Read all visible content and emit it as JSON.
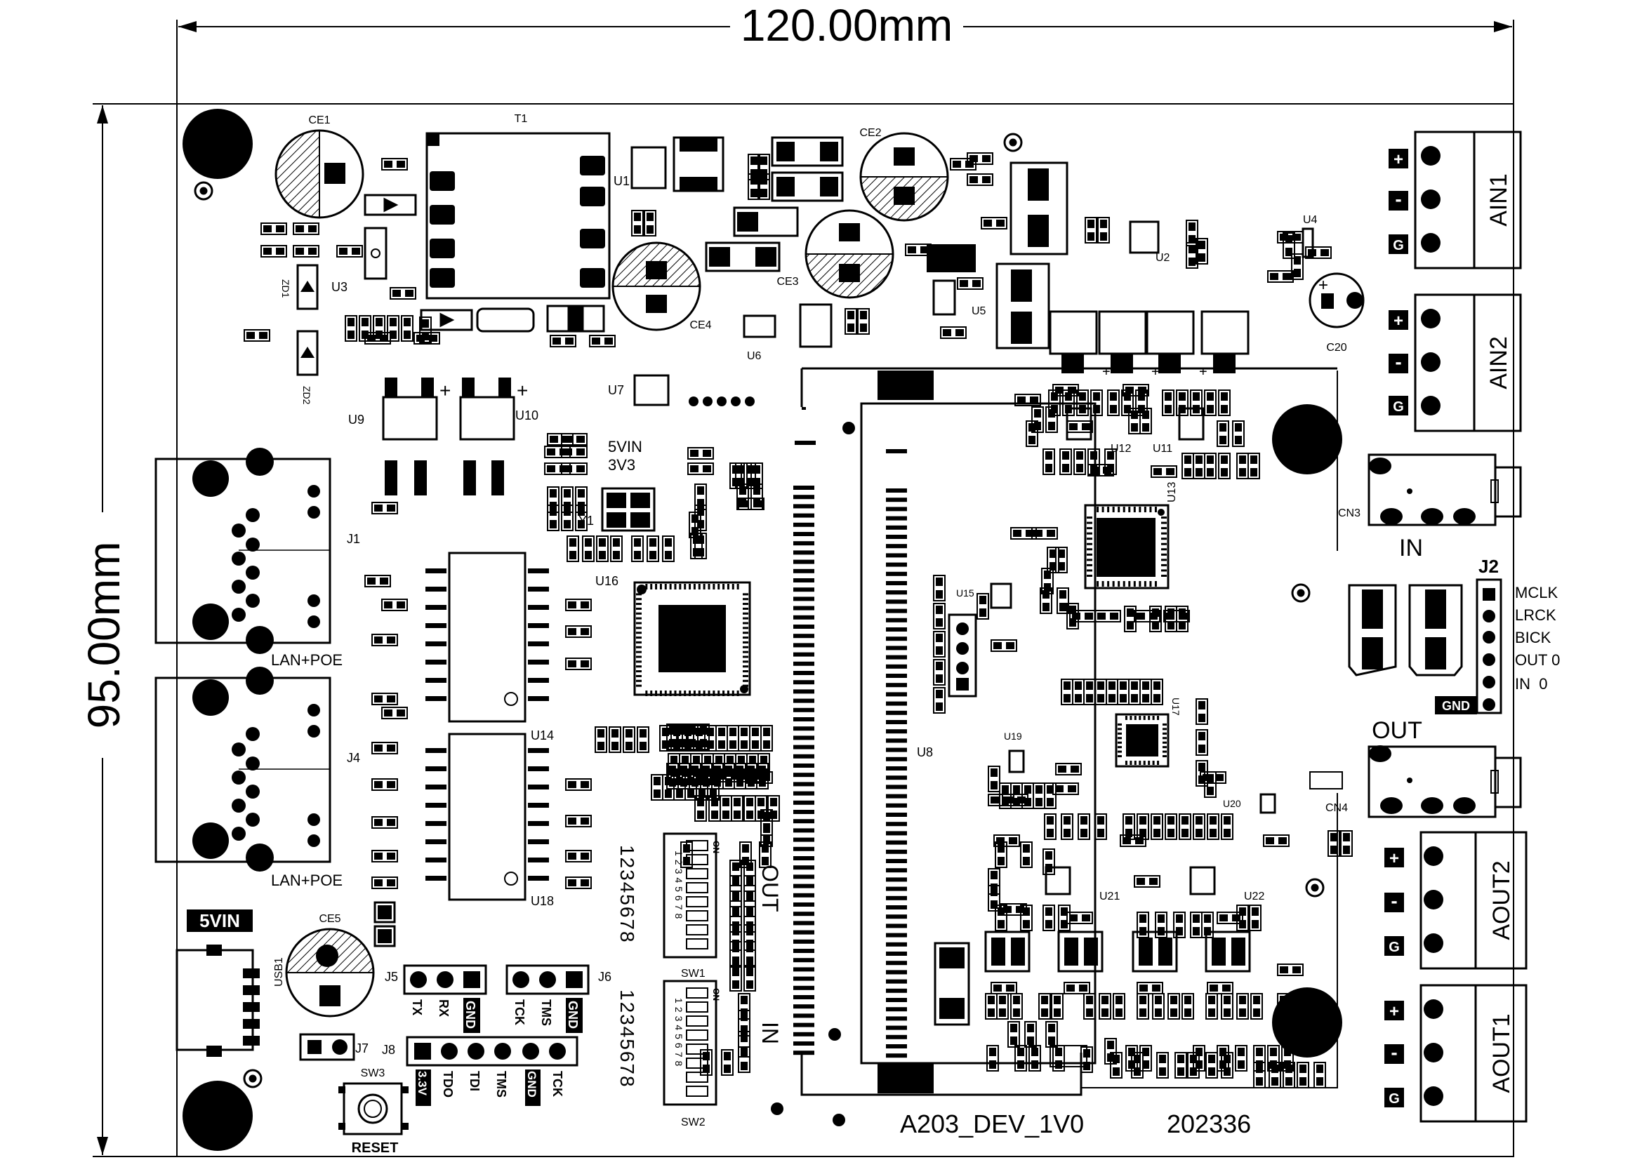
{
  "dimensions": {
    "width_label": "120.00mm",
    "height_label": "95.00mm"
  },
  "board": {
    "name": "A203_DEV_1V0",
    "code": "202336"
  },
  "jack_labels": {
    "in": "IN",
    "out": "OUT"
  },
  "j2": {
    "title": "J2",
    "pins": [
      "MCLK",
      "LRCK",
      "BICK",
      "OUT 0",
      "IN  0"
    ],
    "gnd": "GND"
  },
  "terminals": {
    "ain1": {
      "name": "AIN1",
      "pins": [
        "+",
        "-",
        "G"
      ]
    },
    "ain2": {
      "name": "AIN2",
      "pins": [
        "+",
        "-",
        "G"
      ]
    },
    "aout2": {
      "name": "AOUT2",
      "pins": [
        "+",
        "-",
        "G"
      ]
    },
    "aout1": {
      "name": "AOUT1",
      "pins": [
        "+",
        "-",
        "G"
      ]
    }
  },
  "lan": {
    "j1": "LAN+POE",
    "j4": "LAN+POE"
  },
  "power": {
    "five_vin_badge": "5VIN",
    "five_vin": "5VIN",
    "three_v3": "3V3"
  },
  "switches": {
    "sw1": {
      "name": "SW1",
      "numbers": "12345678",
      "side": "OUT",
      "on": "ON",
      "pin_digits": "12345678"
    },
    "sw2": {
      "name": "SW2",
      "numbers": "12345678",
      "side": "IN",
      "on": "ON",
      "pin_digits": "12345678"
    }
  },
  "headers": {
    "j5": {
      "name": "J5",
      "pins": [
        "TX",
        "RX",
        "GND"
      ]
    },
    "j6": {
      "name": "J6",
      "pins": [
        "TCK",
        "TMS",
        "GND"
      ]
    },
    "j8": {
      "name": "J8",
      "pins": [
        "3.3V",
        "TDO",
        "TDI",
        "TMS",
        "GND",
        "TCK"
      ]
    },
    "j7": "J7",
    "sw3": "SW3",
    "reset": "RESET"
  },
  "designators": {
    "CE1": "CE1",
    "CE2": "CE2",
    "CE3": "CE3",
    "CE4": "CE4",
    "CE5": "CE5",
    "T1": "T1",
    "U1": "U1",
    "U2": "U2",
    "U3": "U3",
    "U4": "U4",
    "U5": "U5",
    "U6": "U6",
    "U7": "U7",
    "U8": "U8",
    "U9": "U9",
    "U10": "U10",
    "U11": "U11",
    "U12": "U12",
    "U13": "U13",
    "U14": "U14",
    "U15": "U15",
    "U16": "U16",
    "U17": "U17",
    "U18": "U18",
    "U19": "U19",
    "U20": "U20",
    "U21": "U21",
    "U22": "U22",
    "ZD1": "ZD1",
    "ZD2": "ZD2",
    "Y1": "Y1",
    "J1": "J1",
    "J4": "J4",
    "C20": "C20",
    "CN3": "CN3",
    "CN4": "CN4",
    "USB1": "USB1"
  },
  "colors": {
    "ink": "#000000",
    "paper": "#ffffff"
  }
}
